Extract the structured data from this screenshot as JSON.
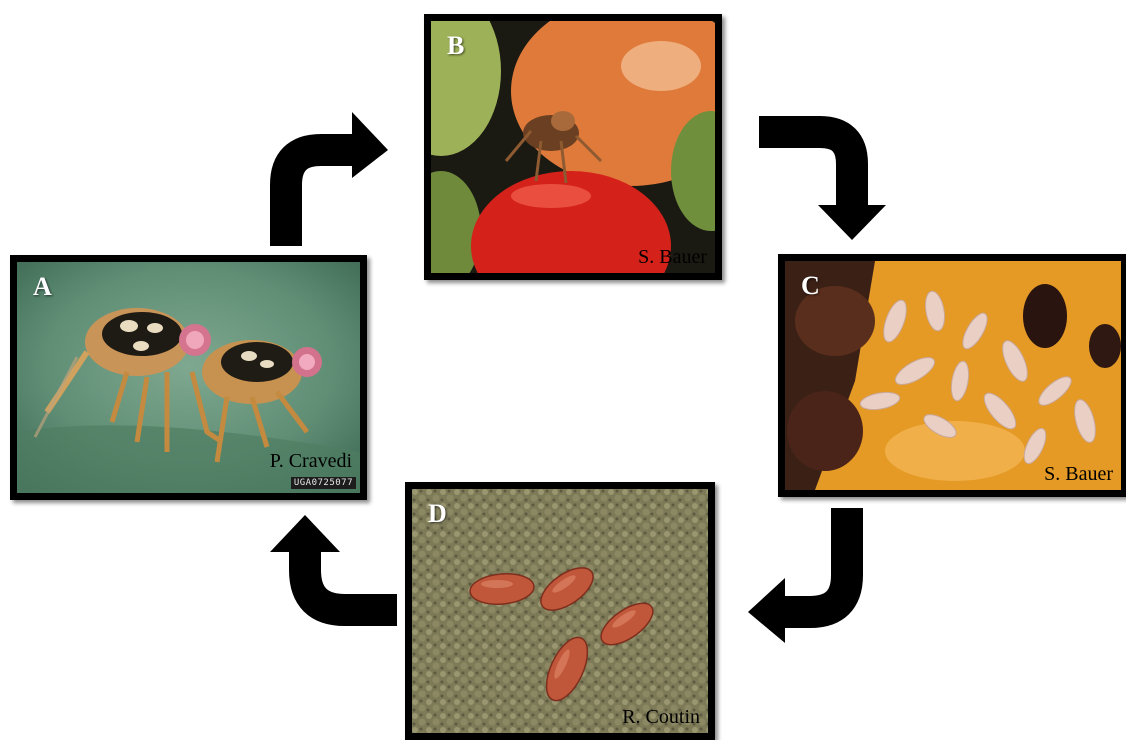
{
  "panels": {
    "a": {
      "letter": "A",
      "credit": "P. Cravedi",
      "tag": "UGA0725077"
    },
    "b": {
      "letter": "B",
      "credit": "S. Bauer"
    },
    "c": {
      "letter": "C",
      "credit": "S. Bauer"
    },
    "d": {
      "letter": "D",
      "credit": "R. Coutin"
    }
  },
  "colors": {
    "border": "#000000",
    "arrow": "#000000",
    "letter": "#ffffff",
    "credit": "#000000"
  },
  "icons": [
    "cycle-arrow-icon"
  ]
}
